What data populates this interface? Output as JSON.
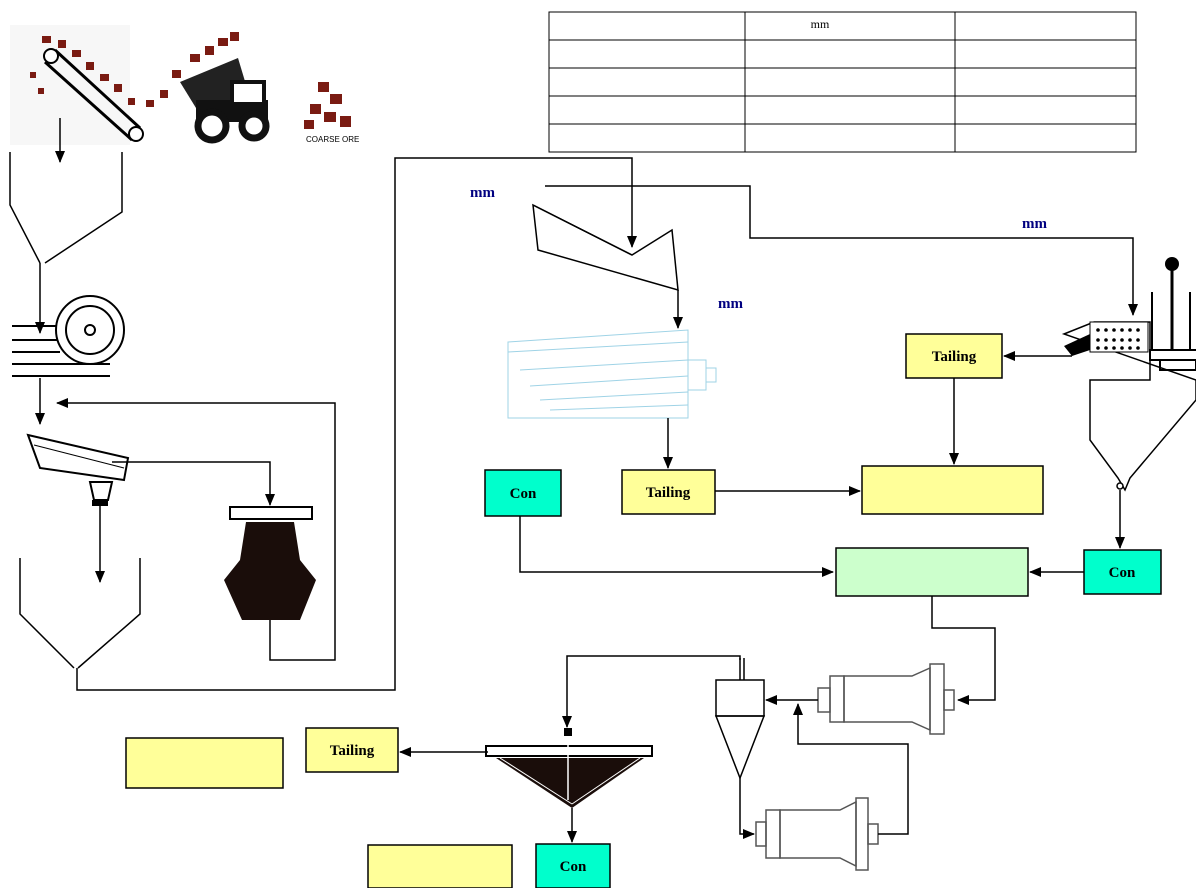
{
  "colors": {
    "tailing_box": "#ffff99",
    "con_box": "#00ffcc",
    "process_box": "#ccffcc",
    "line": "#000000",
    "mm_label": "#000080",
    "ore": "#7a1b12"
  },
  "table": {
    "header": [
      "",
      "mm",
      ""
    ],
    "empty_rows": 4
  },
  "labels": {
    "coarse_ore": "COARSE ORE",
    "mm_top": "mm",
    "mm_right": "mm",
    "mm_mid": "mm",
    "tailing_1": "Tailing",
    "tailing_2": "Tailing",
    "tailing_3": "Tailing",
    "con_1": "Con",
    "con_2": "Con",
    "con_3": "Con"
  },
  "icons": [
    "conveyor-icon",
    "dump-truck-icon",
    "ore-pile-icon",
    "jaw-crusher-icon",
    "feeder-icon",
    "cone-crusher-icon",
    "screen-icon",
    "spiral-classifier-icon",
    "jig-icon",
    "ball-mill-icon",
    "hydrocyclone-icon",
    "thickener-icon"
  ]
}
